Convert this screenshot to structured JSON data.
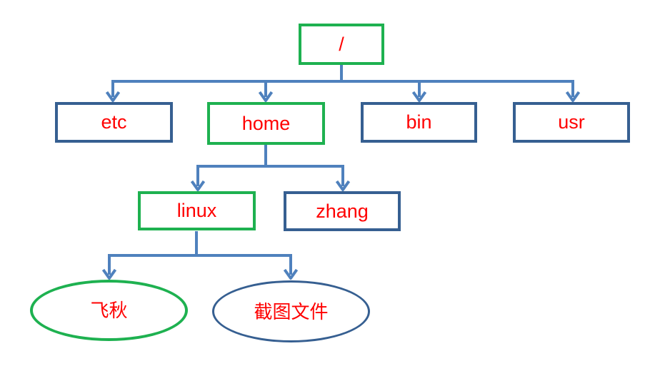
{
  "diagram": {
    "type": "tree",
    "description_visible_shapes": "directory tree of rectangles and ellipses connected by arrows",
    "colors": {
      "green_border": "#1eb150",
      "blue_border": "#365f91",
      "connector_blue": "#4f81bd",
      "label_text": "#ff0000",
      "background": "#ffffff"
    },
    "nodes": {
      "root": {
        "label": "/",
        "shape": "rect",
        "variant": "green"
      },
      "etc": {
        "label": "etc",
        "shape": "rect",
        "variant": "blue"
      },
      "home": {
        "label": "home",
        "shape": "rect",
        "variant": "green"
      },
      "bin": {
        "label": "bin",
        "shape": "rect",
        "variant": "blue"
      },
      "usr": {
        "label": "usr",
        "shape": "rect",
        "variant": "blue"
      },
      "linux": {
        "label": "linux",
        "shape": "rect",
        "variant": "green"
      },
      "zhang": {
        "label": "zhang",
        "shape": "rect",
        "variant": "blue"
      },
      "feiqiu": {
        "label": "飞秋",
        "shape": "ellipse",
        "variant": "green"
      },
      "jietu": {
        "label": "截图文件",
        "shape": "ellipse",
        "variant": "blue"
      }
    },
    "edges": [
      {
        "from": "/",
        "to": "etc"
      },
      {
        "from": "/",
        "to": "home"
      },
      {
        "from": "/",
        "to": "bin"
      },
      {
        "from": "/",
        "to": "usr"
      },
      {
        "from": "home",
        "to": "linux"
      },
      {
        "from": "home",
        "to": "zhang"
      },
      {
        "from": "linux",
        "to": "飞秋"
      },
      {
        "from": "linux",
        "to": "截图文件"
      }
    ]
  }
}
